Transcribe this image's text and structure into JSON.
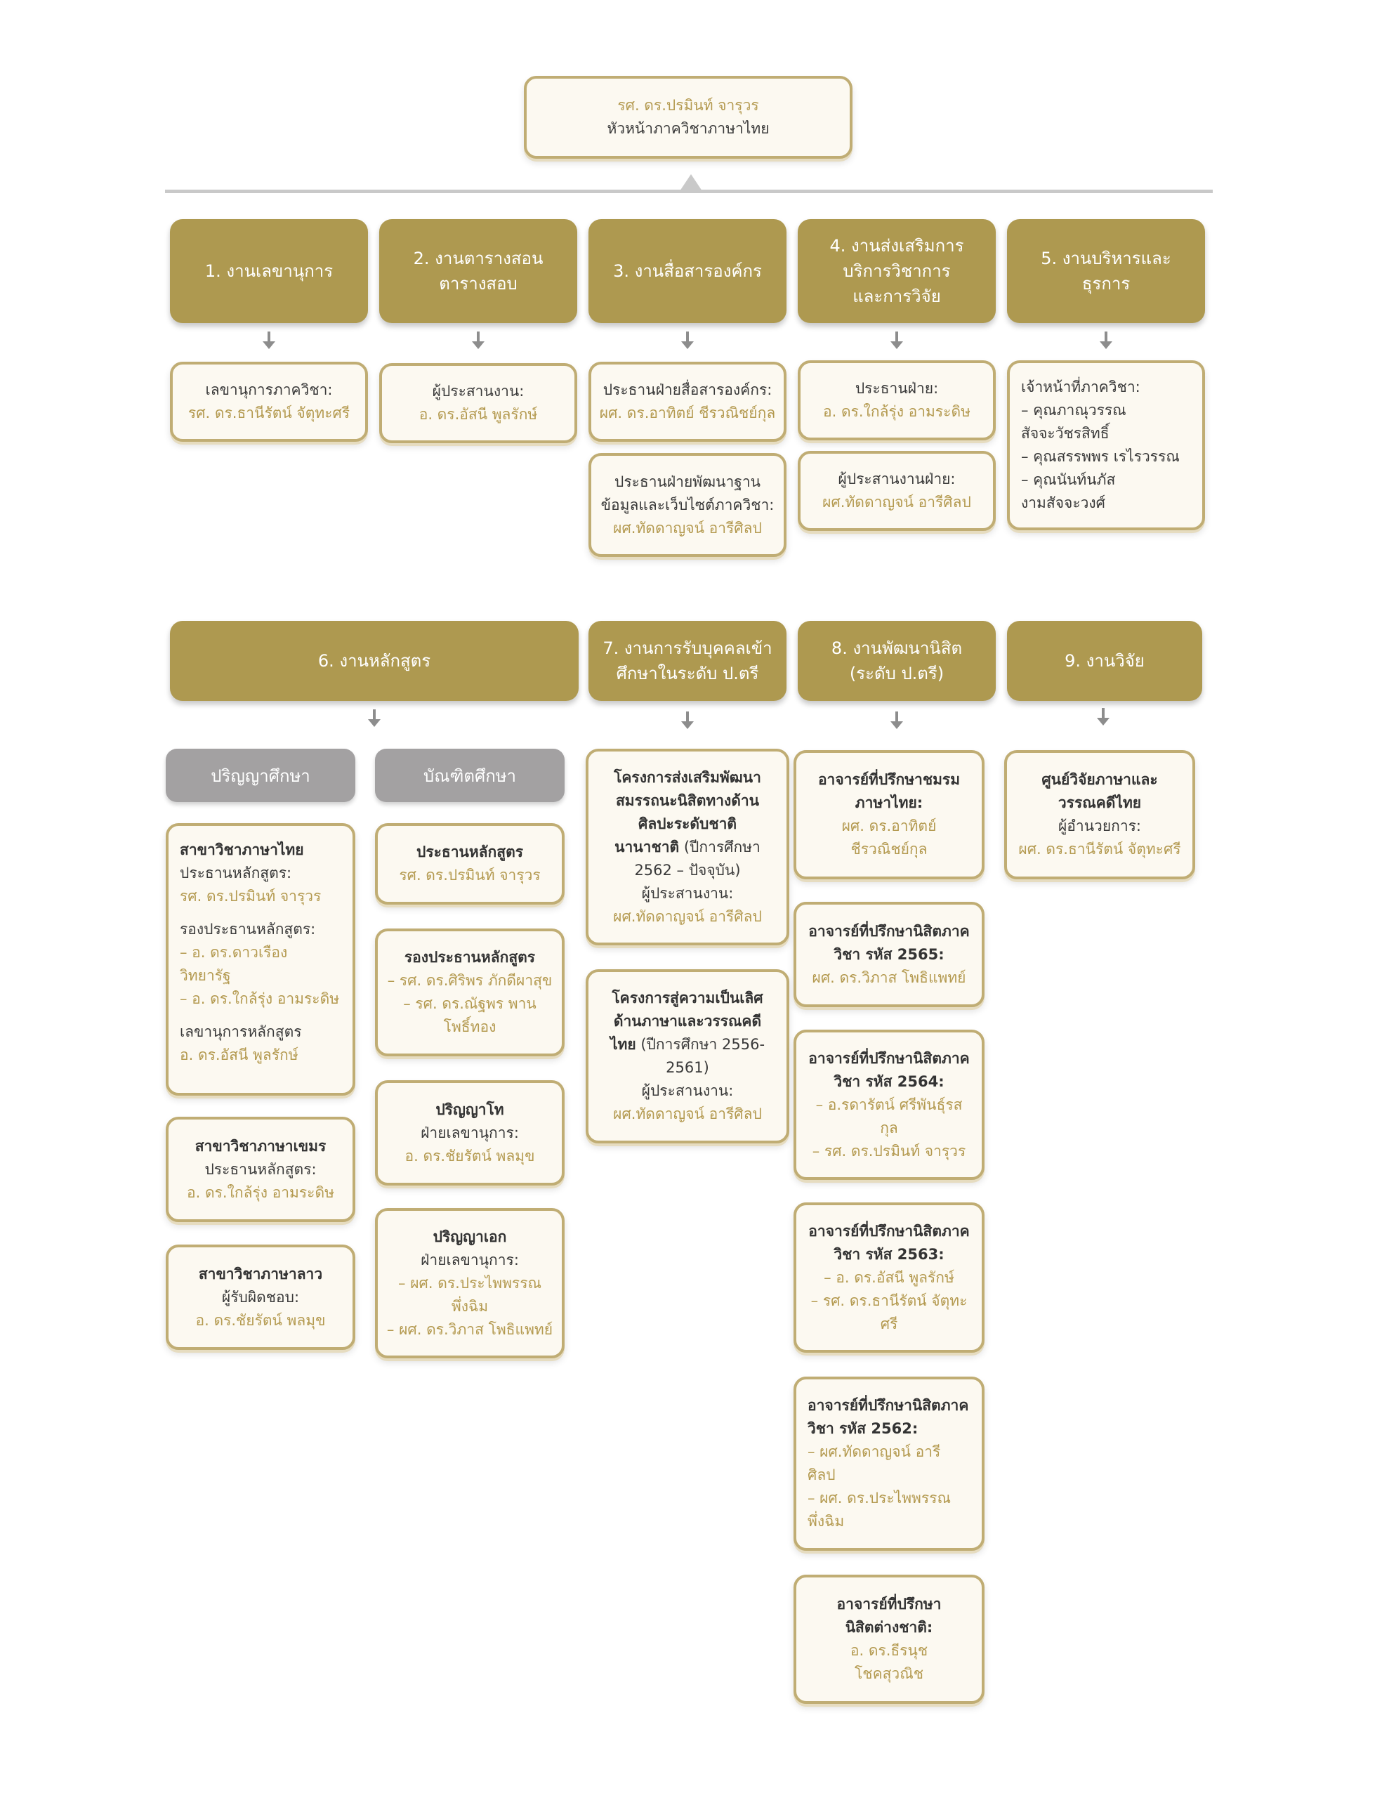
{
  "head": {
    "name": "รศ. ดร.ปรมินท์ จารุวร",
    "role": "หัวหน้าภาควิชาภาษาไทย"
  },
  "sections": {
    "s1": {
      "title": "1. งานเลขานุการ"
    },
    "s2": {
      "title": "2. งานตารางสอน\nตารางสอบ"
    },
    "s3": {
      "title": "3. งานสื่อสารองค์กร"
    },
    "s4": {
      "title": "4. งานส่งเสริมการ\nบริการวิชาการ\nและการวิจัย"
    },
    "s5": {
      "title": "5. งานบริหารและ\nธุรการ"
    },
    "s6": {
      "title": "6. งานหลักสูตร"
    },
    "s7": {
      "title": "7. งานการรับบุคคลเข้า\nศึกษาในระดับ ป.ตรี"
    },
    "s8": {
      "title": "8. งานพัฒนานิสิต\n(ระดับ ป.ตรี)"
    },
    "s9": {
      "title": "9. งานวิจัย"
    }
  },
  "row1": {
    "s1_box": {
      "l1": "เลขานุการภาควิชา:",
      "l2": "รศ. ดร.ธานีรัตน์ จัตุทะศรี"
    },
    "s2_box": {
      "l1": "ผู้ประสานงาน:",
      "l2": "อ. ดร.อัสนี พูลรักษ์"
    },
    "s3_box1": {
      "l1": "ประธานฝ่ายสื่อสารองค์กร:",
      "l2": "ผศ. ดร.อาทิตย์ ชีรวณิชย์กุล"
    },
    "s3_box2": {
      "l1": "ประธานฝ่ายพัฒนาฐาน",
      "l2": "ข้อมูลและเว็บไซต์ภาควิชา:",
      "l3": "ผศ.ทัดดาญจน์ อารีศิลป"
    },
    "s4_box1": {
      "l1": "ประธานฝ่าย:",
      "l2": "อ. ดร.ใกล้รุ่ง อามระดิษ"
    },
    "s4_box2": {
      "l1": "ผู้ประสานงานฝ่าย:",
      "l2": "ผศ.ทัดดาญจน์ อารีศิลป"
    },
    "s5_box": {
      "l1": "เจ้าหน้าที่ภาควิชา:",
      "l2": "– คุณภาณุวรรณ",
      "l3": "สัจจะวัชรสิทธิ์",
      "l4": "– คุณสรรพพร เรไรวรรณ",
      "l5": "– คุณนันท์นภัส",
      "l6": "งามสัจจะวงศ์"
    }
  },
  "s6": {
    "tab_bachelor": "ปริญญาศึกษา",
    "tab_graduate": "บัณฑิตศึกษา",
    "thai": {
      "title": "สาขาวิชาภาษาไทย",
      "chair_label": "ประธานหลักสูตร:",
      "chair": "รศ. ดร.ปรมินท์ จารุวร",
      "vice_label": "รองประธานหลักสูตร:",
      "vice1a": "– อ. ดร.ดาวเรือง",
      "vice1b": "วิทยารัฐ",
      "vice2": "– อ. ดร.ใกล้รุ่ง อามระดิษ",
      "sec_label": "เลขานุการหลักสูตร",
      "sec": "อ. ดร.อัสนี พูลรักษ์"
    },
    "khmer": {
      "title": "สาขาวิชาภาษาเขมร",
      "chair_label": "ประธานหลักสูตร:",
      "chair": "อ. ดร.ใกล้รุ่ง อามระดิษ"
    },
    "lao": {
      "title": "สาขาวิชาภาษาลาว",
      "resp_label": "ผู้รับผิดชอบ:",
      "resp": "อ. ดร.ชัยรัตน์ พลมุข"
    },
    "grad_chair": {
      "title": "ประธานหลักสูตร",
      "name": "รศ. ดร.ปรมินท์ จารุวร"
    },
    "grad_vice": {
      "title": "รองประธานหลักสูตร",
      "n1": "– รศ. ดร.ศิริพร ภักดีผาสุข",
      "n2a": "– รศ. ดร.ณัฐพร พาน",
      "n2b": "โพธิ์ทอง"
    },
    "master": {
      "title": "ปริญญาโท",
      "sec_label": "ฝ่ายเลขานุการ:",
      "sec": "อ. ดร.ชัยรัตน์ พลมุข"
    },
    "phd": {
      "title": "ปริญญาเอก",
      "sec_label": "ฝ่ายเลขานุการ:",
      "n1a": "– ผศ. ดร.ประไพพรรณ",
      "n1b": "พึ่งฉิม",
      "n2": "– ผศ. ดร.วิภาส โพธิแพทย์"
    }
  },
  "s7": {
    "p1": {
      "t1": "โครงการส่งเสริมพัฒนา",
      "t2": "สมรรถนะนิสิตทางด้าน",
      "t3": "ศิลปะระดับชาติ",
      "t4": "นานาชาติ",
      "t4b": " (ปีการศึกษา",
      "t5": "2562 – ปัจจุบัน)",
      "coord_label": "ผู้ประสานงาน:",
      "coord": "ผศ.ทัดดาญจน์ อารีศิลป"
    },
    "p2": {
      "t1": "โครงการสู่ความเป็นเลิศ",
      "t2": "ด้านภาษาและวรรณคดี",
      "t3": "ไทย",
      "t3b": " (ปีการศึกษา 2556-",
      "t4": "2561)",
      "coord_label": "ผู้ประสานงาน:",
      "coord": "ผศ.ทัดดาญจน์ อารีศิลป"
    }
  },
  "s8": {
    "club": {
      "t1": "อาจารย์ที่ปรึกษาชมรม",
      "t2": "ภาษาไทย:",
      "n1": "ผศ. ดร.อาทิตย์",
      "n2": "ชีรวณิชย์กุล"
    },
    "c2565": {
      "t1": "อาจารย์ที่ปรึกษานิสิตภาค",
      "t2": "วิชา รหัส 2565:",
      "n1": "ผศ. ดร.วิภาส โพธิแพทย์"
    },
    "c2564": {
      "t1": "อาจารย์ที่ปรึกษานิสิตภาค",
      "t2": "วิชา รหัส 2564:",
      "n1a": "– อ.รดารัตน์ ศรีพันธุ์รส",
      "n1b": "กุล",
      "n2": "– รศ. ดร.ปรมินท์ จารุวร"
    },
    "c2563": {
      "t1": "อาจารย์ที่ปรึกษานิสิตภาค",
      "t2": "วิชา รหัส 2563:",
      "n1": "– อ. ดร.อัสนี พูลรักษ์",
      "n2a": "– รศ. ดร.ธานีรัตน์ จัตุทะ",
      "n2b": "ศรี"
    },
    "c2562": {
      "t1": "อาจารย์ที่ปรึกษานิสิตภาค",
      "t2": "วิชา รหัส 2562:",
      "n1a": "– ผศ.ทัดดาญจน์ อารี",
      "n1b": "ศิลป",
      "n2a": "– ผศ. ดร.ประไพพรรณ",
      "n2b": "พึ่งฉิม"
    },
    "foreign": {
      "t1": "อาจารย์ที่ปรึกษา",
      "t2": "นิสิตต่างชาติ:",
      "n1": "อ. ดร.ธีรนุช",
      "n2": "โชคสุวณิช"
    }
  },
  "s9": {
    "center": {
      "t1": "ศูนย์วิจัยภาษาและ",
      "t2": "วรรณคดีไทย",
      "dir_label": "ผู้อำนวยการ:",
      "dir": "ผศ. ดร.ธานีรัตน์ จัตุทะศรี"
    }
  },
  "colors": {
    "header_gold": "#ae9950",
    "border_gold": "#c0ad74",
    "name_gold": "#b49a50",
    "box_bg": "#fcf9f1",
    "tab_gray": "#a3a1a2",
    "line_gray": "#c9c9c9"
  }
}
